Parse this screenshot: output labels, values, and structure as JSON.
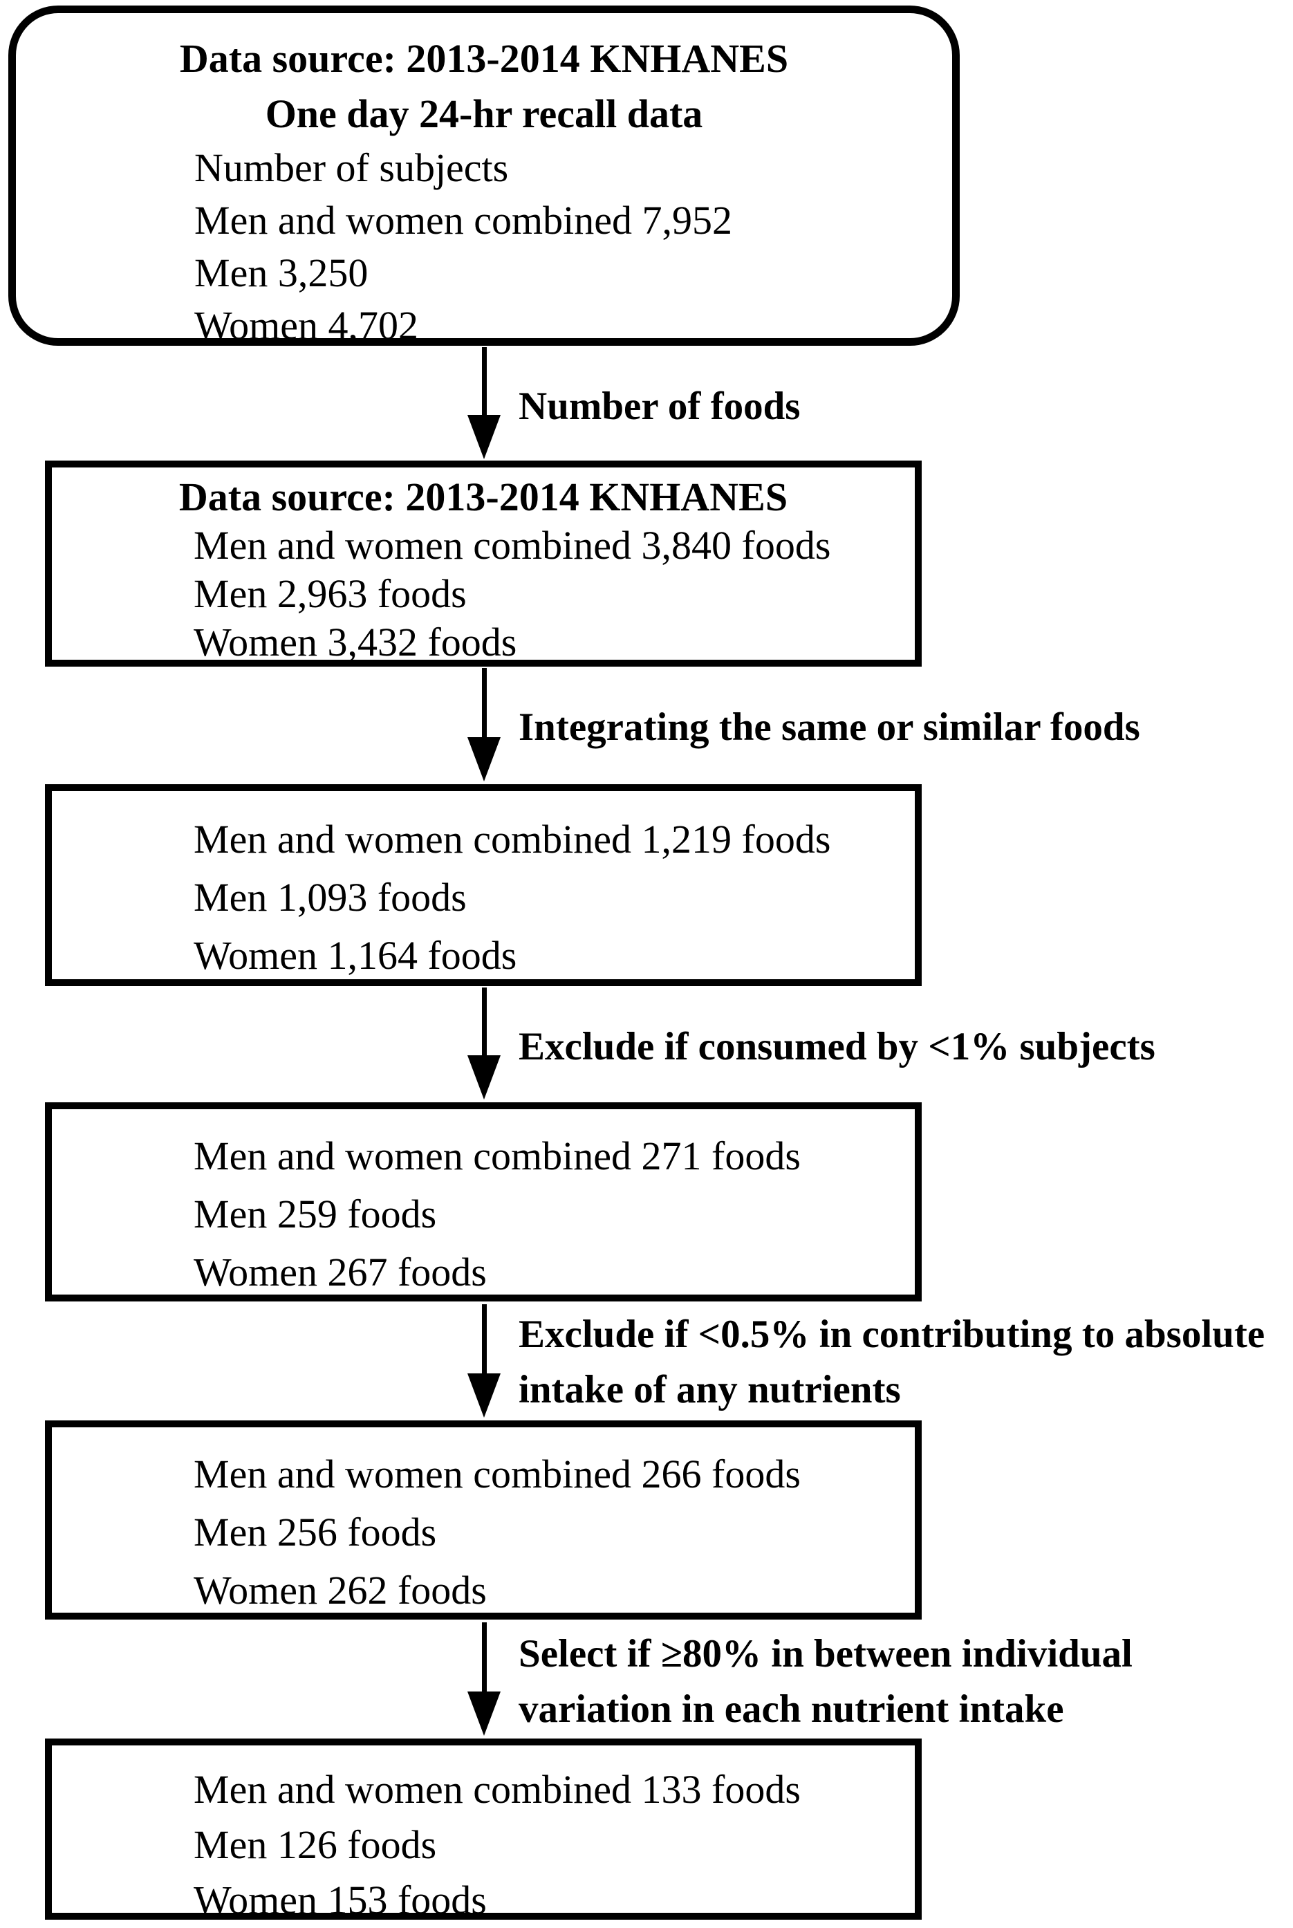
{
  "colors": {
    "ink": "#000000",
    "background": "#ffffff"
  },
  "boxes": [
    {
      "name": "subjects",
      "title_lines": [
        "Data source: 2013-2014 KNHANES",
        "One day 24-hr recall data"
      ],
      "items": [
        "Number of subjects",
        "Men and women combined 7,952",
        "Men 3,250",
        "Women 4,702"
      ]
    },
    {
      "name": "foods-total",
      "title_lines": [
        "Data source: 2013-2014 KNHANES"
      ],
      "items": [
        "Men and women combined 3,840 foods",
        "Men 2,963 foods",
        "Women 3,432 foods"
      ]
    },
    {
      "name": "foods-integrated",
      "items": [
        "Men and women combined 1,219 foods",
        "Men 1,093 foods",
        "Women 1,164 foods"
      ]
    },
    {
      "name": "foods-after-consumption-filter",
      "items": [
        "Men and women combined 271 foods",
        "Men 259 foods",
        "Women 267 foods"
      ]
    },
    {
      "name": "foods-after-nutrient-contribution-filter",
      "items": [
        "Men and women combined 266 foods",
        "Men 256 foods",
        "Women 262 foods"
      ]
    },
    {
      "name": "foods-final-selection",
      "items": [
        "Men and women combined 133 foods",
        "Men 126 foods",
        "Women 153 foods"
      ]
    }
  ],
  "arrows": [
    {
      "label_lines": [
        "Number of foods"
      ]
    },
    {
      "label_lines": [
        "Integrating the same or similar foods"
      ]
    },
    {
      "label_lines": [
        "Exclude if consumed by <1% subjects"
      ]
    },
    {
      "label_lines": [
        "Exclude if <0.5% in contributing to absolute",
        "intake of any nutrients"
      ]
    },
    {
      "label_lines": [
        "Select if ≥80% in between individual",
        "variation in each nutrient intake"
      ]
    }
  ]
}
